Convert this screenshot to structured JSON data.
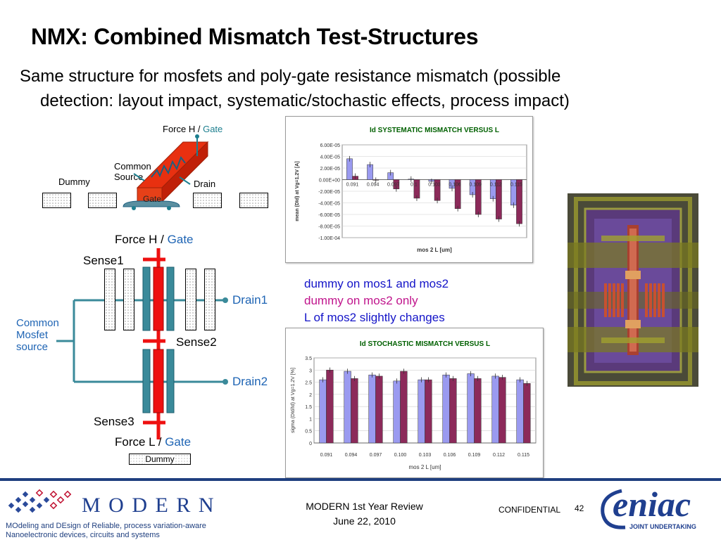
{
  "slide": {
    "title": "NMX: Combined Mismatch Test-Structures",
    "subtitle_line1": "Same structure for mosfets and poly-gate resistance mismatch (possible",
    "subtitle_line2": "detection: layout impact, systematic/stochastic effects, process impact)"
  },
  "diagram_top": {
    "force_h": "Force H /",
    "gate": "Gate",
    "common_source": "Common Source",
    "dummy": "Dummy",
    "drain": "Drain",
    "gate_block": "Gate"
  },
  "diagram_main": {
    "force_h": "Force H /",
    "force_h_gate": "Gate",
    "sense1": "Sense1",
    "sense2": "Sense2",
    "sense3": "Sense3",
    "drain1": "Drain1",
    "drain2": "Drain2",
    "common_mosfet_source": "Common Mosfet source",
    "force_l": "Force L /",
    "force_l_gate": "Gate",
    "dummy": "Dummy"
  },
  "notes": {
    "line1": "dummy on mos1 and mos2",
    "line2": "dummy on mos2 only",
    "line3": "L of mos2 slightly changes",
    "colors": {
      "line1": "#1414c8",
      "line2": "#c0148c",
      "line3": "#1414c8"
    }
  },
  "footer": {
    "logo_text": "M O D E R N",
    "tagline1": "MOdeling and DEsign of Reliable, process variation-aware",
    "tagline2": "Nanoelectronic devices, circuits and systems",
    "review": "MODERN 1st Year Review",
    "date": "June 22, 2010",
    "confidential": "CONFIDENTIAL",
    "page": "42",
    "eniac_logo": "eniac",
    "eniac_sub": "JOINT UNDERTAKING"
  },
  "chart_data": [
    {
      "type": "bar",
      "title": "Id SYSTEMATIC MISMATCH VERSUS L",
      "xlabel": "mos 2 L [um]",
      "ylabel": "mean (DId) at Vg=1.2V [A]",
      "categories": [
        "0.091",
        "0.094",
        "0.097",
        "0.1",
        "0.103",
        "0.106",
        "0.109",
        "0.112",
        "0.115"
      ],
      "ytick_labels": [
        "6.00E-05",
        "4.00E-05",
        "2.00E-05",
        "0.00E+00",
        "-2.00E-05",
        "-4.00E-05",
        "-6.00E-05",
        "-8.00E-05",
        "-1.00E-04"
      ],
      "ylim": [
        -0.0001,
        6e-05
      ],
      "grid": true,
      "series": [
        {
          "color": "#9a9af0",
          "values": [
            3.6e-05,
            2.6e-05,
            1.2e-05,
            1e-06,
            -3e-06,
            -1.5e-05,
            -2.6e-05,
            -3.3e-05,
            -4.4e-05
          ]
        },
        {
          "color": "#8c2a5a",
          "values": [
            6e-06,
            -1e-06,
            -1.6e-05,
            -3.2e-05,
            -3.6e-05,
            -5e-05,
            -6e-05,
            -6.8e-05,
            -7.6e-05
          ]
        }
      ]
    },
    {
      "type": "bar",
      "title": "Id STOCHASTIC MISMATCH VERSUS L",
      "xlabel": "mos 2 L [um]",
      "ylabel": "sigma (DId/Id) at Vg=1.2V [%]",
      "categories": [
        "0.091",
        "0.094",
        "0.097",
        "0.100",
        "0.103",
        "0.106",
        "0.109",
        "0.112",
        "0.115"
      ],
      "ytick_labels": [
        "3.5",
        "3",
        "2.5",
        "2",
        "1.5",
        "1",
        "0.5",
        "0"
      ],
      "ylim": [
        0,
        3.5
      ],
      "grid": true,
      "series": [
        {
          "color": "#9a9af0",
          "values": [
            2.6,
            2.95,
            2.8,
            2.55,
            2.6,
            2.8,
            2.85,
            2.75,
            2.6
          ]
        },
        {
          "color": "#8c2a5a",
          "values": [
            3.0,
            2.65,
            2.75,
            2.95,
            2.6,
            2.65,
            2.65,
            2.7,
            2.45
          ]
        }
      ]
    }
  ]
}
